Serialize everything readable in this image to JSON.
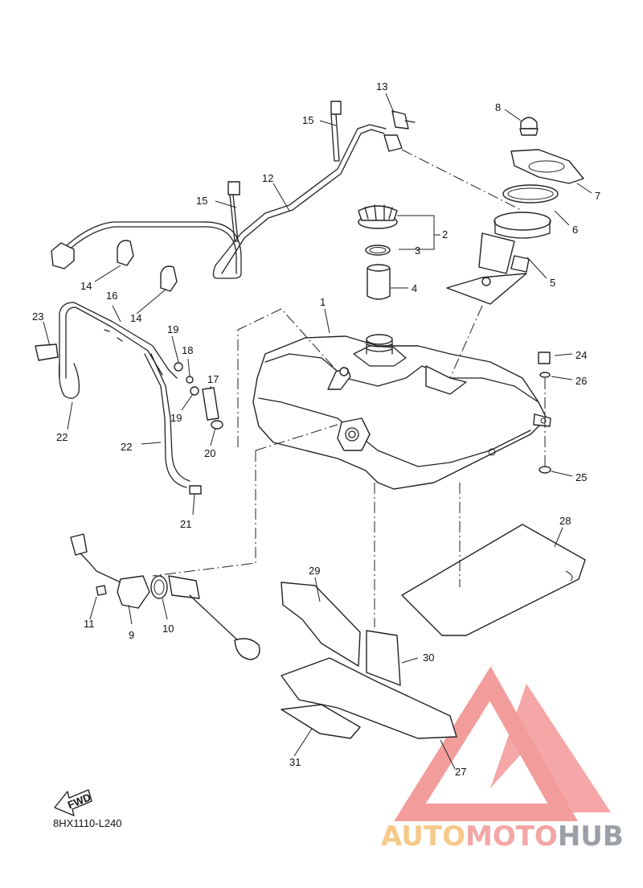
{
  "diagram": {
    "drawing_code": "8HX1110-L240",
    "fwd_label": "FWD",
    "callouts": [
      "1",
      "2",
      "3",
      "4",
      "5",
      "6",
      "7",
      "8",
      "9",
      "10",
      "11",
      "12",
      "13",
      "14",
      "14",
      "15",
      "15",
      "16",
      "17",
      "18",
      "19",
      "19",
      "20",
      "21",
      "22",
      "22",
      "23",
      "24",
      "25",
      "26",
      "27",
      "28",
      "29",
      "30",
      "31"
    ]
  },
  "watermark": {
    "part1": "AUTO",
    "part2": "MOTO",
    "part3": "HUB",
    "colors": {
      "triangle": "#f28b8b",
      "auto": "#f6c98a",
      "moto": "#f4a6a6",
      "hub": "#9aa0a6"
    }
  }
}
